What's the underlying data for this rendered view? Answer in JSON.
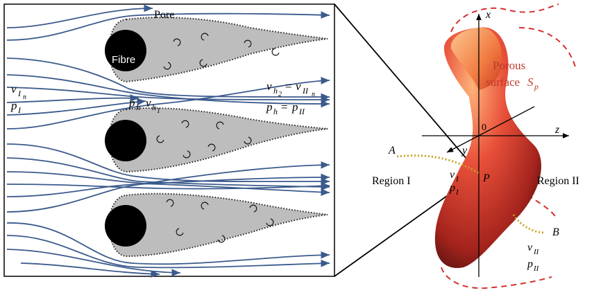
{
  "left_panel": {
    "pore_label": "Pore",
    "fibre_label": "Fibre",
    "v_in_base": "v",
    "v_in_sub": "I",
    "v_in_subsub": "n",
    "p_in_base": "p",
    "p_in_sub": "I",
    "ph_base": "p",
    "ph_sub": "h",
    "vh1_base": "v",
    "vh1_sub": "h",
    "vh1_subsub": "1",
    "vh2_lhs_base": "v",
    "vh2_lhs_sub": "h",
    "vh2_lhs_subsub": "2",
    "eq": "=",
    "vh2_rhs_base": "v",
    "vh2_rhs_sub": "II",
    "vh2_rhs_subsub": "n",
    "ph_eq_lhs_base": "p",
    "ph_eq_lhs_sub": "h",
    "ph_eq_rhs_base": "p",
    "ph_eq_rhs_sub": "II"
  },
  "right_panel": {
    "axis_x": "x",
    "axis_y": "y",
    "axis_z": "z",
    "origin": "0",
    "porous_surface_line1": "Porous",
    "porous_surface_line2": "surface",
    "surface_symbol_base": "S",
    "surface_symbol_sub": "p",
    "point_A": "A",
    "point_B": "B",
    "point_P": "P",
    "region_1": "Region I",
    "region_2": "Region II",
    "vI_base": "v",
    "vI_sub": "I",
    "pI_base": "p",
    "pI_sub": "I",
    "vII_base": "v",
    "vII_sub": "II",
    "pII_base": "p",
    "pII_sub": "II"
  },
  "colors": {
    "streamline": "#3b5a8c",
    "pore_fill": "#bdbdbd",
    "fibre": "#000000",
    "dashed_red": "#d32f2f",
    "dotted_gold": "#c9a227",
    "surface_light": "#f4a460",
    "surface_dark": "#3a0d0d",
    "label_red": "#c0392b"
  }
}
